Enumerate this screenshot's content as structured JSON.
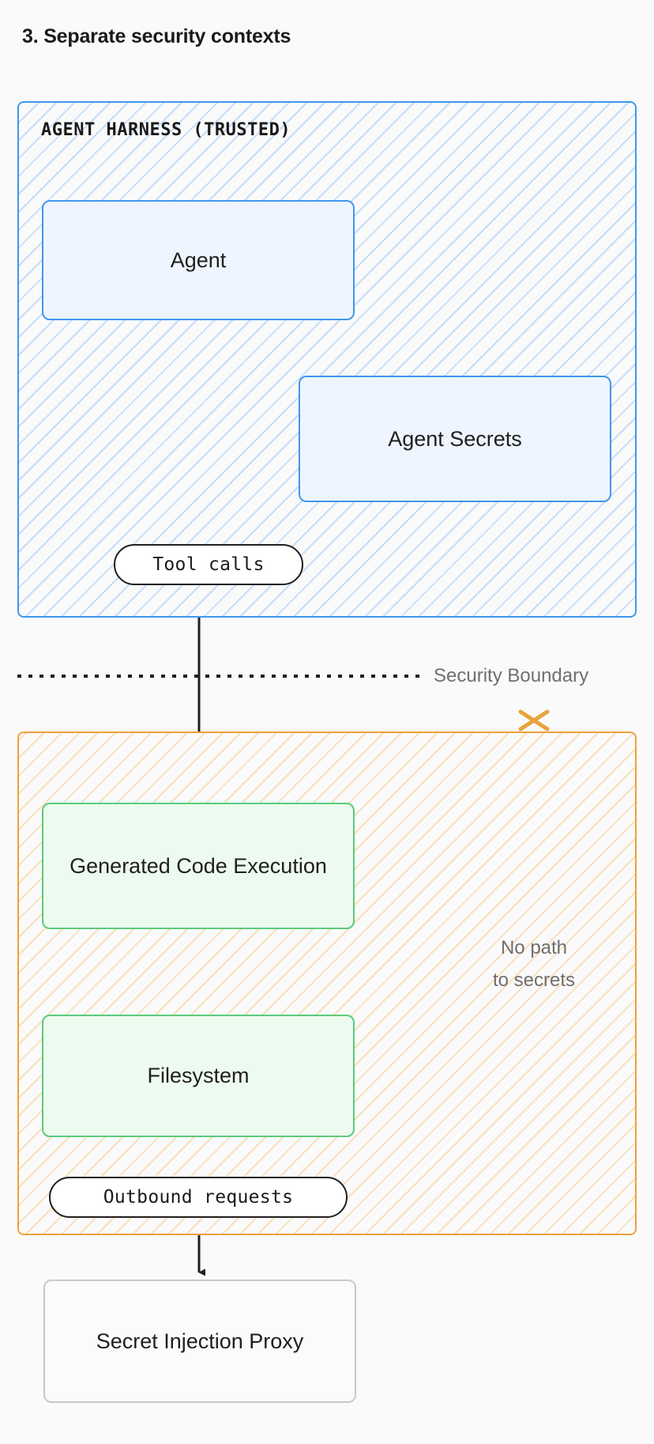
{
  "page": {
    "title": "3. Separate security contexts",
    "background": "#fafafa"
  },
  "colors": {
    "trusted_border": "#3f97ec",
    "trusted_hatch": "#c5ddf8",
    "untrusted_border": "#eda23c",
    "untrusted_hatch": "#fadfbd",
    "node_blue_fill": "#eef5fe",
    "node_green_fill": "#edfaef",
    "node_green_border": "#5ccb7c",
    "node_plain_border": "#c9c9c9",
    "connector": "#1f1f1f",
    "annotation_text": "#6f6f6f",
    "cross_mark": "#e8a33d"
  },
  "zones": {
    "trusted": {
      "label": "AGENT HARNESS (TRUSTED)",
      "nodes": {
        "agent": "Agent",
        "agent_secrets": "Agent Secrets"
      },
      "edge_labels": {
        "tool_calls": "Tool calls"
      }
    },
    "boundary": {
      "label": "Security Boundary",
      "style": "dotted"
    },
    "untrusted": {
      "label": "",
      "nodes": {
        "generated_code": "Generated Code Execution",
        "filesystem": "Filesystem"
      },
      "edge_labels": {
        "outbound_requests": "Outbound requests"
      },
      "annotations": {
        "no_path_line1": "No path",
        "no_path_line2": "to secrets",
        "cross_icon": "cross-mark-icon"
      }
    }
  },
  "external": {
    "proxy": "Secret Injection Proxy"
  },
  "diagram_edges": [
    {
      "from": "agent",
      "to": "generated_code",
      "label": "Tool calls",
      "style": "solid-arrow"
    },
    {
      "from": "generated_code",
      "to": "no_path_marker",
      "label": "",
      "style": "elbow-arrow-right"
    },
    {
      "from": "no_path_marker",
      "to": "filesystem",
      "label": "",
      "style": "elbow-arrow-left"
    },
    {
      "from": "no_path_marker",
      "to": "cross_mark",
      "label": "",
      "style": "blocked-arrow-up"
    },
    {
      "from": "filesystem",
      "to": "proxy",
      "label": "Outbound requests",
      "style": "solid-arrow"
    }
  ]
}
